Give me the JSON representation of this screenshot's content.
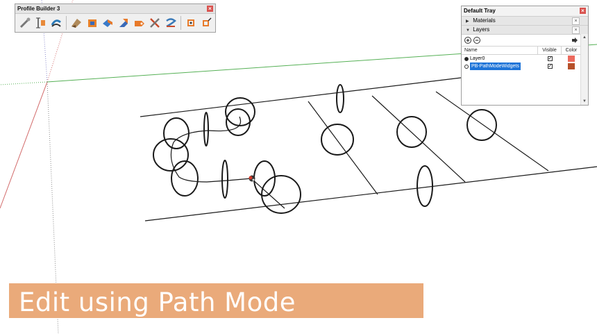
{
  "profile_builder_toolbar": {
    "title": "Profile Builder 3",
    "tools": [
      {
        "icon": "wrench-icon"
      },
      {
        "icon": "measure-icon"
      },
      {
        "icon": "curved-arrow-icon"
      },
      {
        "icon": "profile-icon"
      },
      {
        "icon": "box-profile-icon"
      },
      {
        "icon": "member-icon"
      },
      {
        "icon": "arrow-up-icon"
      },
      {
        "icon": "tag-icon"
      },
      {
        "icon": "cross-tools-icon"
      },
      {
        "icon": "spring-icon"
      },
      {
        "icon": "path-node-icon"
      },
      {
        "icon": "path-node-add-icon"
      }
    ]
  },
  "default_tray": {
    "title": "Default Tray",
    "materials_label": "Materials",
    "layers_label": "Layers",
    "columns": {
      "name": "Name",
      "visible": "Visible",
      "color": "Color"
    },
    "layers": [
      {
        "name": "Layer0",
        "active": true,
        "visible": true,
        "color": "#ec6a5e",
        "selected": false
      },
      {
        "name": "PB-PathModeWidgets",
        "active": false,
        "visible": true,
        "color": "#b6502a",
        "selected": true
      }
    ]
  },
  "caption": {
    "text": "Edit using Path Mode",
    "background": "#eaaa7a"
  },
  "colors": {
    "axis_red": "#d26a6a",
    "axis_green": "#55b055",
    "geometry_line": "#1a1a1a"
  }
}
